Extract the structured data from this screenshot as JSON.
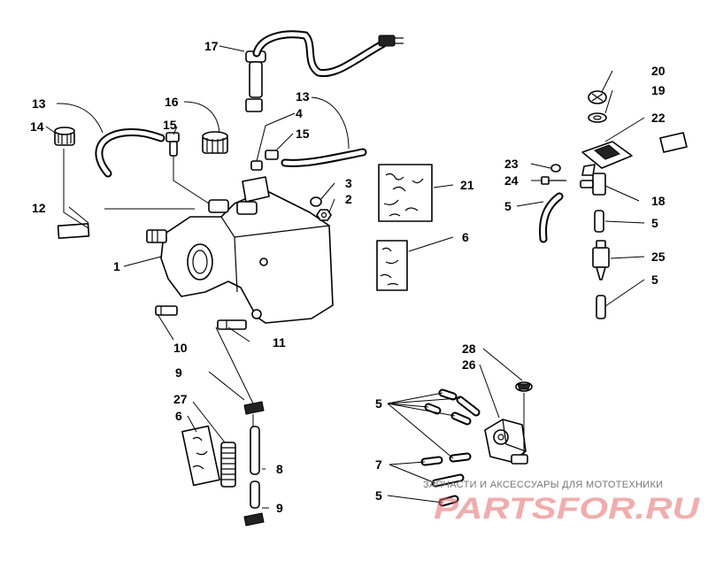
{
  "callouts": {
    "c1": "1",
    "c2": "2",
    "c3": "3",
    "c4": "4",
    "c5a": "5",
    "c5b": "5",
    "c5c": "5",
    "c5d": "5",
    "c5e": "5",
    "c6a": "6",
    "c6b": "6",
    "c7": "7",
    "c8": "8",
    "c9a": "9",
    "c9b": "9",
    "c10": "10",
    "c11": "11",
    "c12": "12",
    "c13a": "13",
    "c13b": "13",
    "c14": "14",
    "c15a": "15",
    "c15b": "15",
    "c16": "16",
    "c17": "17",
    "c18": "18",
    "c19": "19",
    "c20": "20",
    "c21": "21",
    "c22": "22",
    "c23": "23",
    "c24": "24",
    "c25": "25",
    "c26": "26",
    "c27": "27",
    "c28": "28"
  },
  "watermark": {
    "caption": "ЗАПЧАСТИ И АКСЕССУАРЫ ДЛЯ МОТОТЕХНИКИ",
    "brand": "PARTSFOR.RU",
    "brand_color": "#e36a6a"
  }
}
